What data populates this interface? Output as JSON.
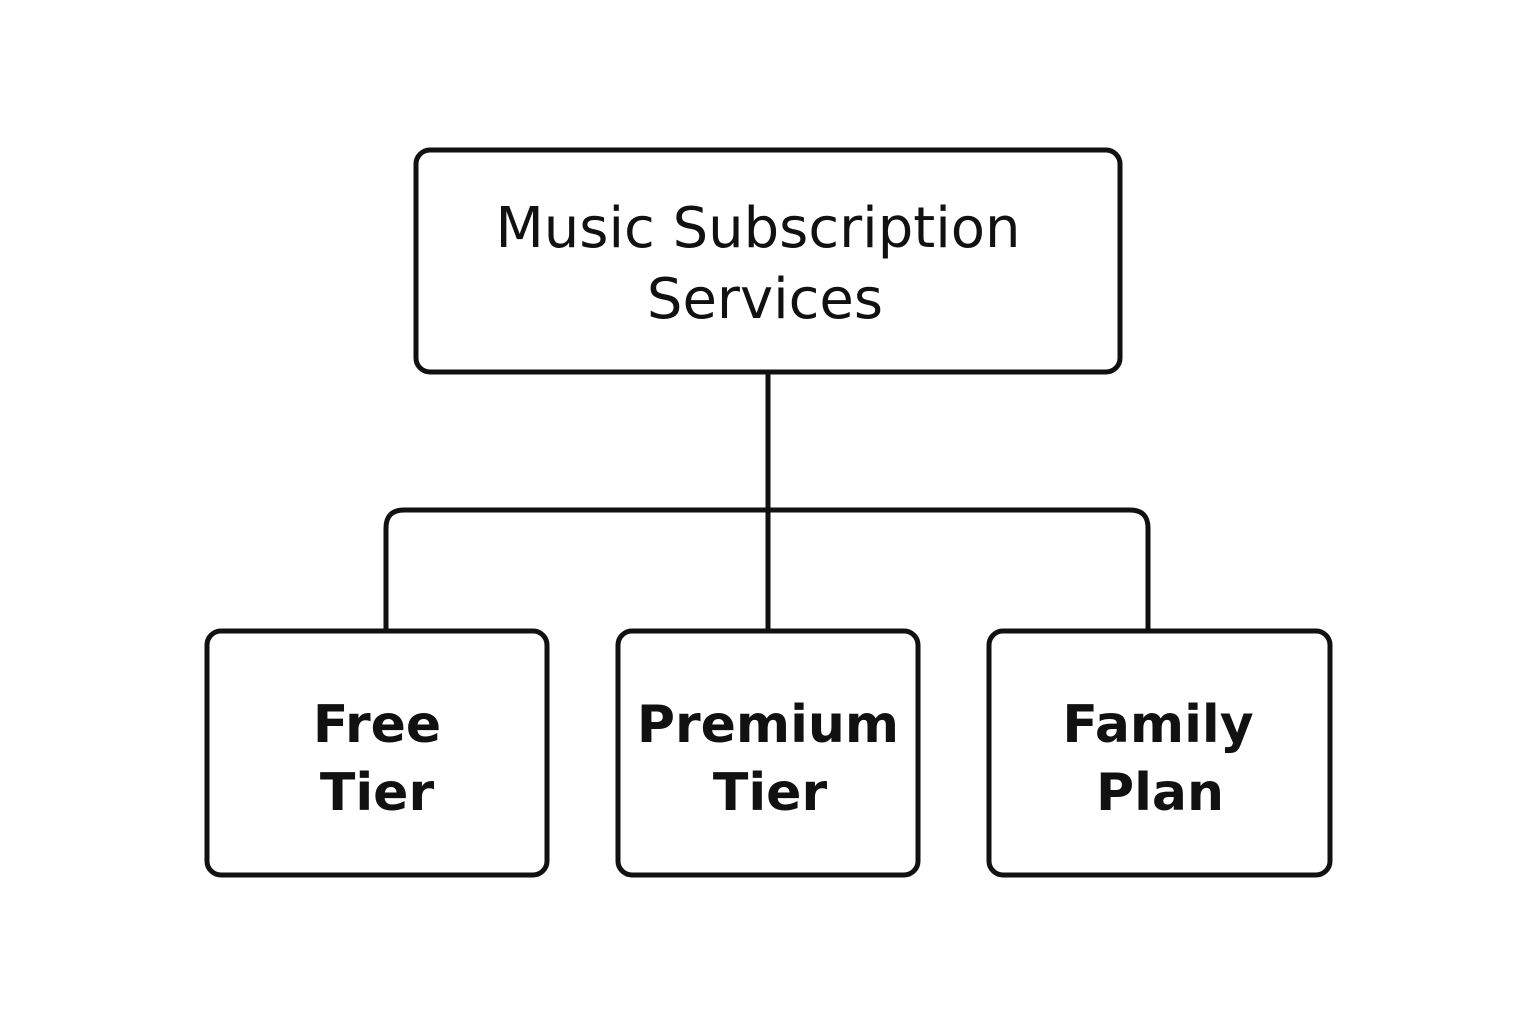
{
  "diagram": {
    "root": {
      "line1": "Music Subscription",
      "line2": "Services"
    },
    "children": [
      {
        "line1": "Free",
        "line2": "Tier"
      },
      {
        "line1": "Premium",
        "line2": "Tier"
      },
      {
        "line1": "Family",
        "line2": "Plan"
      }
    ]
  }
}
